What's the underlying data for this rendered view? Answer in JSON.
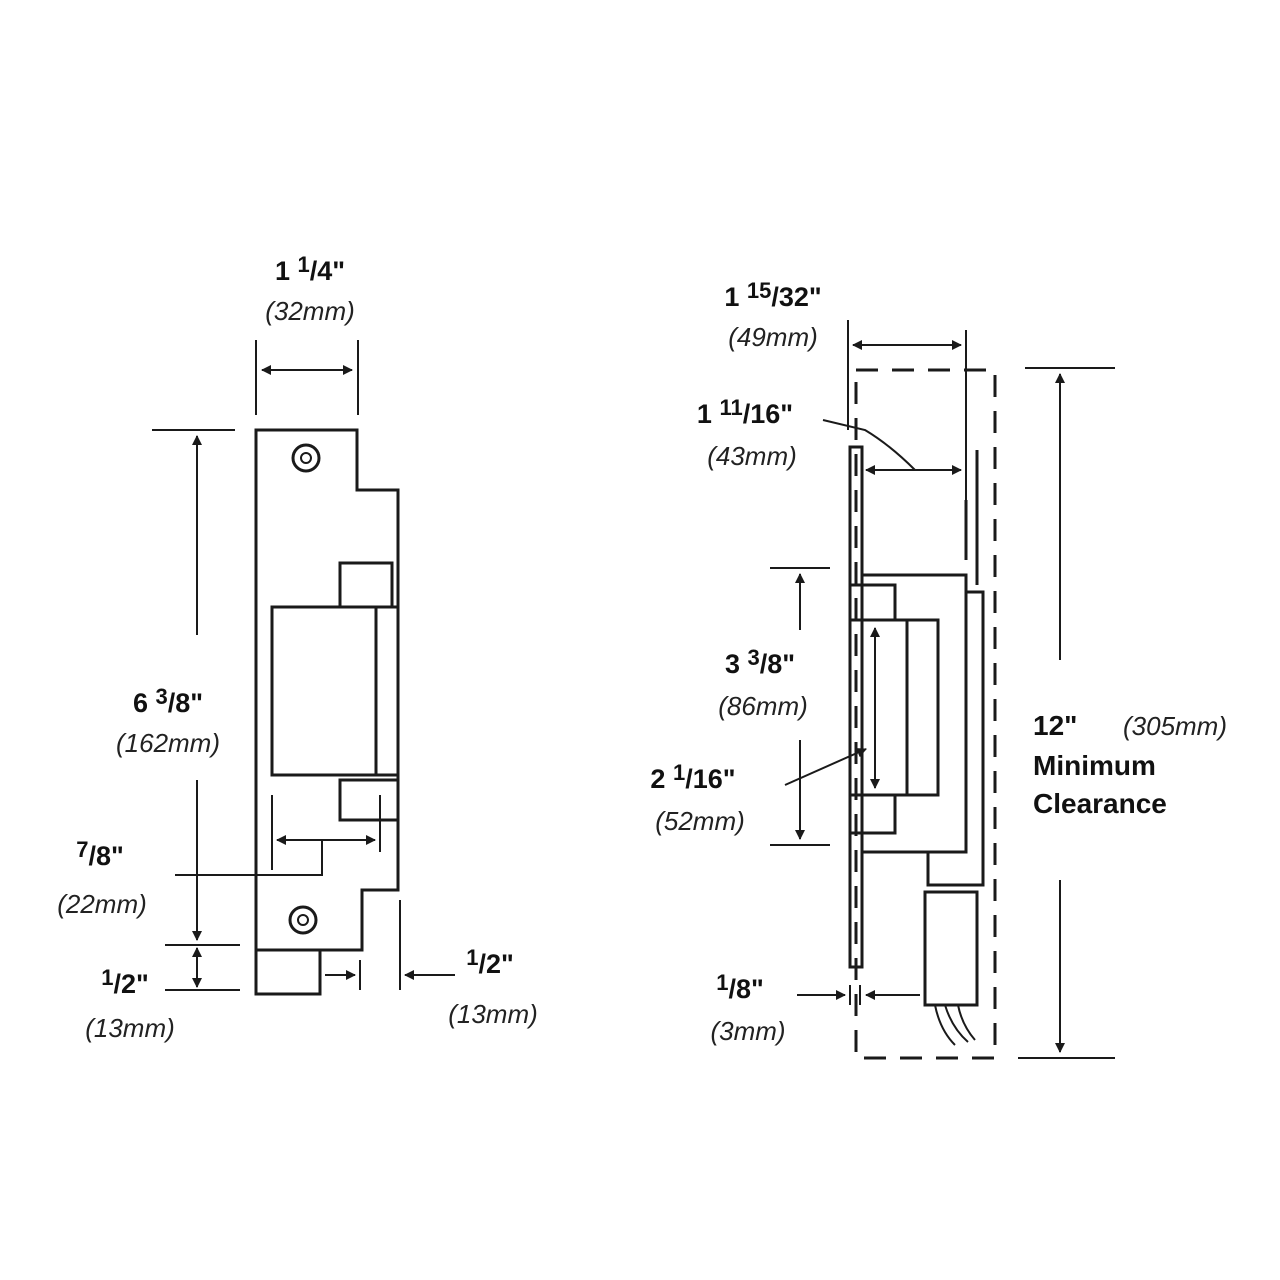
{
  "left_view": {
    "width": {
      "whole": "1",
      "num": "1",
      "den": "/4\"",
      "mm": "(32mm)"
    },
    "height": {
      "whole": "6",
      "num": "3",
      "den": "/8\"",
      "mm": "(162mm)"
    },
    "keeper": {
      "whole": "",
      "num": "7",
      "den": "/8\"",
      "mm": "(22mm)"
    },
    "lip_height": {
      "whole": "",
      "num": "1",
      "den": "/2\"",
      "mm": "(13mm)"
    },
    "lip_offset": {
      "whole": "",
      "num": "1",
      "den": "/2\"",
      "mm": "(13mm)"
    }
  },
  "right_view": {
    "depth_total": {
      "whole": "1",
      "num": "15",
      "den": "/32\"",
      "mm": "(49mm)"
    },
    "depth_body": {
      "whole": "1",
      "num": "11",
      "den": "/16\"",
      "mm": "(43mm)"
    },
    "body_height": {
      "whole": "3",
      "num": "3",
      "den": "/8\"",
      "mm": "(86mm)"
    },
    "keeper_opening": {
      "whole": "2",
      "num": "1",
      "den": "/16\"",
      "mm": "(52mm)"
    },
    "faceplate": {
      "whole": "",
      "num": "1",
      "den": "/8\"",
      "mm": "(3mm)"
    },
    "clearance": {
      "value": "12\"",
      "mm": "(305mm)",
      "line1": "Minimum",
      "line2": "Clearance"
    }
  }
}
